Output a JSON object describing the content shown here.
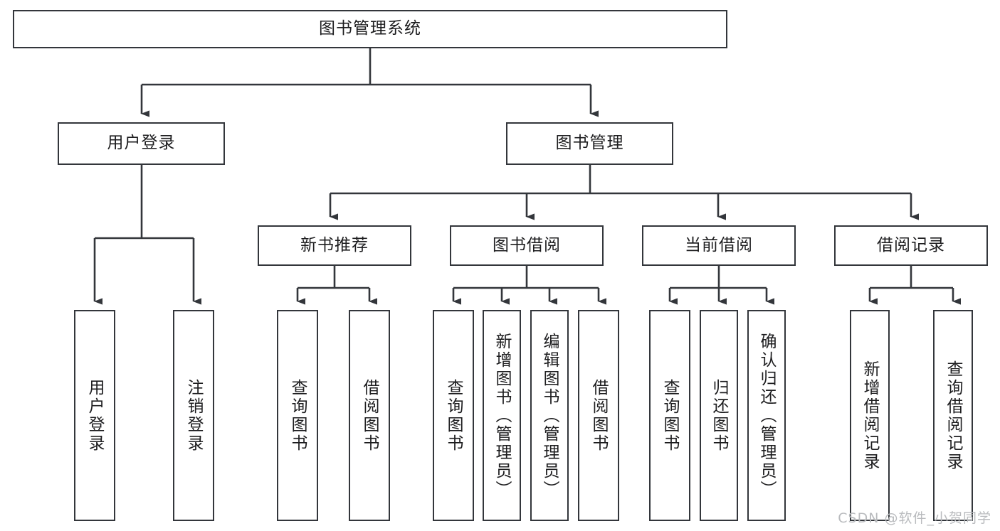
{
  "diagram": {
    "title": "图书管理系统",
    "type": "tree",
    "watermark": "CSDN @软件_小贺同学",
    "stroke_color": "#33363b",
    "fill_color": "#ffffff",
    "text_color": "#1d1d1f",
    "root": {
      "label": "图书管理系统"
    },
    "level2": [
      {
        "label": "用户登录"
      },
      {
        "label": "图书管理"
      }
    ],
    "level3": [
      {
        "label": "新书推荐"
      },
      {
        "label": "图书借阅"
      },
      {
        "label": "当前借阅"
      },
      {
        "label": "借阅记录"
      }
    ],
    "leaves": {
      "user_login": [
        {
          "label": "用户登录"
        },
        {
          "label": "注销登录"
        }
      ],
      "new_book_recommend": [
        {
          "label": "查询图书"
        },
        {
          "label": "借阅图书"
        }
      ],
      "book_borrow": [
        {
          "label": "查询图书"
        },
        {
          "label": "新增图书（管理员）"
        },
        {
          "label": "编辑图书（管理员）"
        },
        {
          "label": "借阅图书"
        }
      ],
      "current_borrow": [
        {
          "label": "查询图书"
        },
        {
          "label": "归还图书"
        },
        {
          "label": "确认归还（管理员）"
        }
      ],
      "borrow_records": [
        {
          "label": "新增借阅记录"
        },
        {
          "label": "查询借阅记录"
        }
      ]
    }
  }
}
